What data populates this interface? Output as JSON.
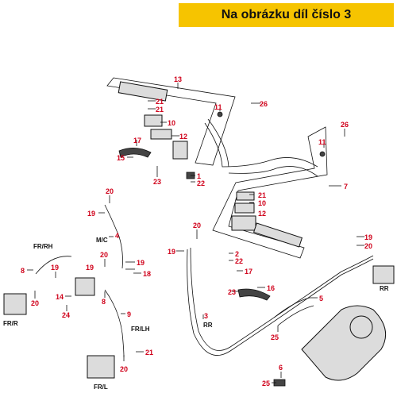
{
  "banner": {
    "text": "Na obrázku díl číslo 3",
    "color": "#f6c400"
  },
  "callout_color": "#d0021b",
  "callouts": [
    {
      "id": "c13",
      "text": "13"
    },
    {
      "id": "c21a",
      "text": "21"
    },
    {
      "id": "c21b",
      "text": "21"
    },
    {
      "id": "c10a",
      "text": "10"
    },
    {
      "id": "c12a",
      "text": "12"
    },
    {
      "id": "c17a",
      "text": "17"
    },
    {
      "id": "c15",
      "text": "15"
    },
    {
      "id": "c23a",
      "text": "23"
    },
    {
      "id": "c1",
      "text": "1"
    },
    {
      "id": "c22a",
      "text": "22"
    },
    {
      "id": "c11a",
      "text": "11"
    },
    {
      "id": "c26a",
      "text": "26"
    },
    {
      "id": "c26b",
      "text": "26"
    },
    {
      "id": "c11b",
      "text": "11"
    },
    {
      "id": "c7",
      "text": "7"
    },
    {
      "id": "c21c",
      "text": "21"
    },
    {
      "id": "c10b",
      "text": "10"
    },
    {
      "id": "c12b",
      "text": "12"
    },
    {
      "id": "c20a",
      "text": "20"
    },
    {
      "id": "c19a",
      "text": "19"
    },
    {
      "id": "c4",
      "text": "4"
    },
    {
      "id": "c20b",
      "text": "20"
    },
    {
      "id": "c19b",
      "text": "19"
    },
    {
      "id": "c19c",
      "text": "19"
    },
    {
      "id": "c18",
      "text": "18"
    },
    {
      "id": "c8a",
      "text": "8"
    },
    {
      "id": "c19d",
      "text": "19"
    },
    {
      "id": "c20c",
      "text": "20"
    },
    {
      "id": "c14",
      "text": "14"
    },
    {
      "id": "c24",
      "text": "24"
    },
    {
      "id": "c8b",
      "text": "8"
    },
    {
      "id": "c9",
      "text": "9"
    },
    {
      "id": "c21d",
      "text": "21"
    },
    {
      "id": "c20d",
      "text": "20"
    },
    {
      "id": "c20e",
      "text": "20"
    },
    {
      "id": "c19e",
      "text": "19"
    },
    {
      "id": "c2",
      "text": "2"
    },
    {
      "id": "c22b",
      "text": "22"
    },
    {
      "id": "c17b",
      "text": "17"
    },
    {
      "id": "c16",
      "text": "16"
    },
    {
      "id": "c23b",
      "text": "23"
    },
    {
      "id": "c3",
      "text": "3"
    },
    {
      "id": "c19f",
      "text": "19"
    },
    {
      "id": "c20f",
      "text": "20"
    },
    {
      "id": "c5",
      "text": "5"
    },
    {
      "id": "c25a",
      "text": "25"
    },
    {
      "id": "c6",
      "text": "6"
    },
    {
      "id": "c25b",
      "text": "25"
    }
  ],
  "labels": {
    "mc": "M/C",
    "fr_rh": "FR/RH",
    "fr_r": "FR/R",
    "fr_lh": "FR/LH",
    "fr_l": "FR/L",
    "rr_hose": "RR",
    "rr_caliper": "RR"
  }
}
